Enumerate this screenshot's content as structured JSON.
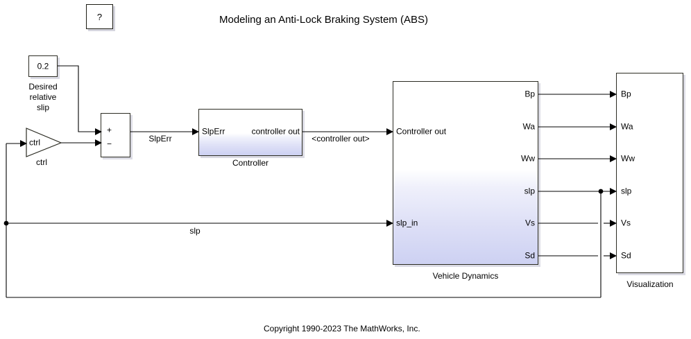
{
  "page": {
    "title": "Modeling an Anti-Lock Braking System (ABS)",
    "copyright": "Copyright 1990-2023 The MathWorks, Inc.",
    "background": "#ffffff",
    "line_color": "#000000",
    "block_border": "#2b2b22",
    "block_fill_top": "#ffffff",
    "block_fill_bottom": "#ccd0f2"
  },
  "help_block": {
    "label": "?",
    "name": "help-block"
  },
  "blocks": {
    "constant": {
      "value": "0.2",
      "caption_line1": "Desired",
      "caption_line2": "relative",
      "caption_line3": "slip"
    },
    "gain": {
      "label": "ctrl",
      "caption": "ctrl"
    },
    "sum": {
      "plus": "+",
      "minus": "−"
    },
    "controller": {
      "caption": "Controller",
      "in_port": "SlpErr",
      "out_port": "controller out"
    },
    "vehicle_dynamics": {
      "caption": "Vehicle Dynamics",
      "in_ports": [
        "Controller out",
        "slp_in"
      ],
      "out_ports": [
        "Bp",
        "Wa",
        "Ww",
        "slp",
        "Vs",
        "Sd"
      ]
    },
    "visualization": {
      "caption": "Visualization",
      "in_ports": [
        "Bp",
        "Wa",
        "Ww",
        "slp",
        "Vs",
        "Sd"
      ]
    }
  },
  "signal_labels": {
    "slp_err": "SlpErr",
    "controller_out": "<controller out>",
    "slp_feedback": "slp"
  }
}
